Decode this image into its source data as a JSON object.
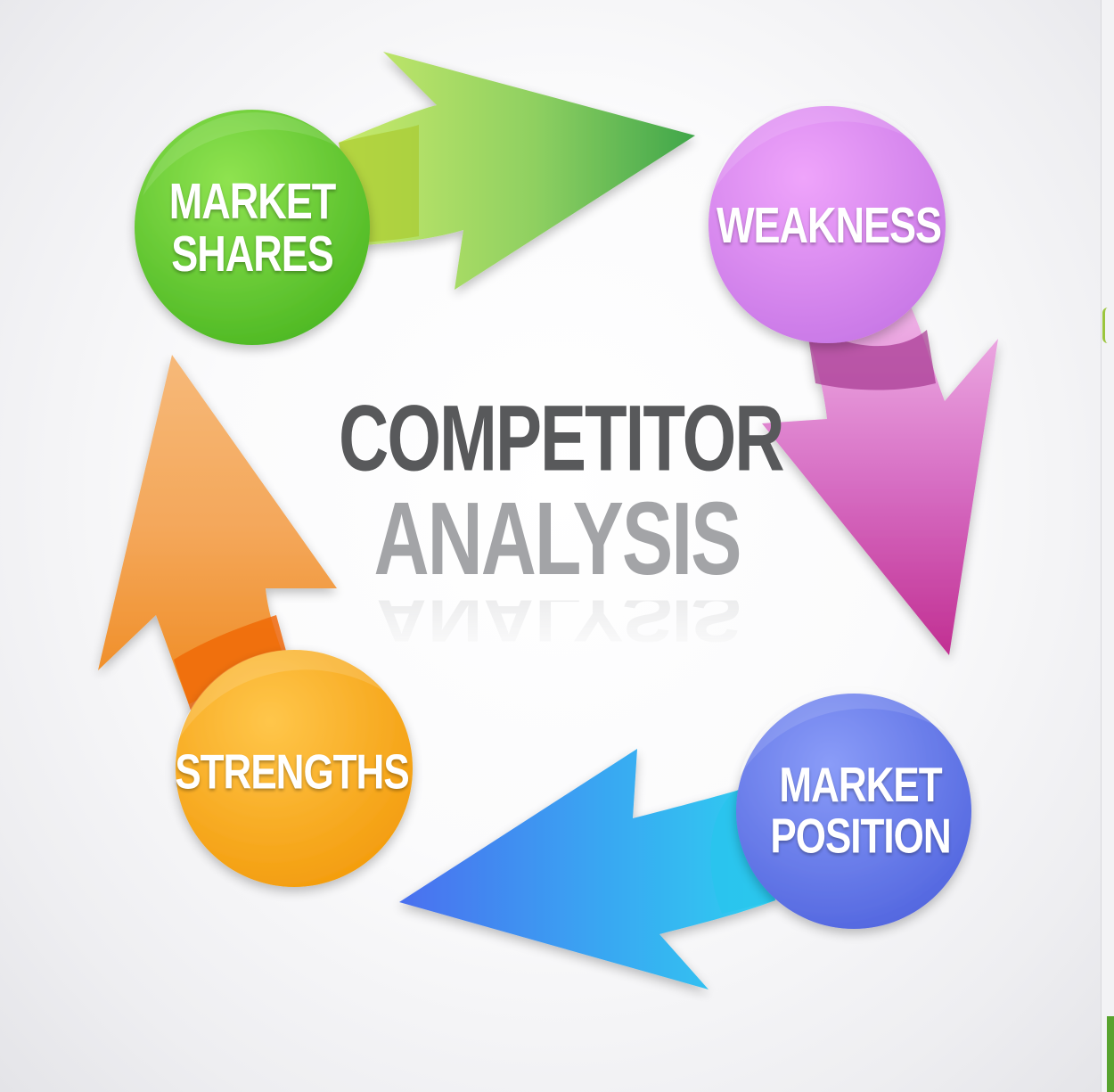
{
  "diagram": {
    "title_line_1": "COMPETITOR",
    "title_line_2": "ANALYSIS",
    "nodes": {
      "market_shares": {
        "lines": [
          "MARKET",
          "SHARES"
        ],
        "color": "#5cc82b"
      },
      "weakness": {
        "lines": [
          "WEAKNESS"
        ],
        "color": "#d98cf0"
      },
      "market_position": {
        "lines": [
          "MARKET",
          "POSITION"
        ],
        "color": "#6a7be8"
      },
      "strengths": {
        "lines": [
          "STRENGTHS"
        ],
        "color": "#f6a821"
      }
    },
    "colors": {
      "green_arrow": "#6cc04a",
      "purple_arrow": "#c0439b",
      "blue_arrow": "#3aa7f0",
      "orange_arrow": "#f3963d",
      "title_dark": "#58595b",
      "title_light": "#a3a4a7"
    }
  }
}
